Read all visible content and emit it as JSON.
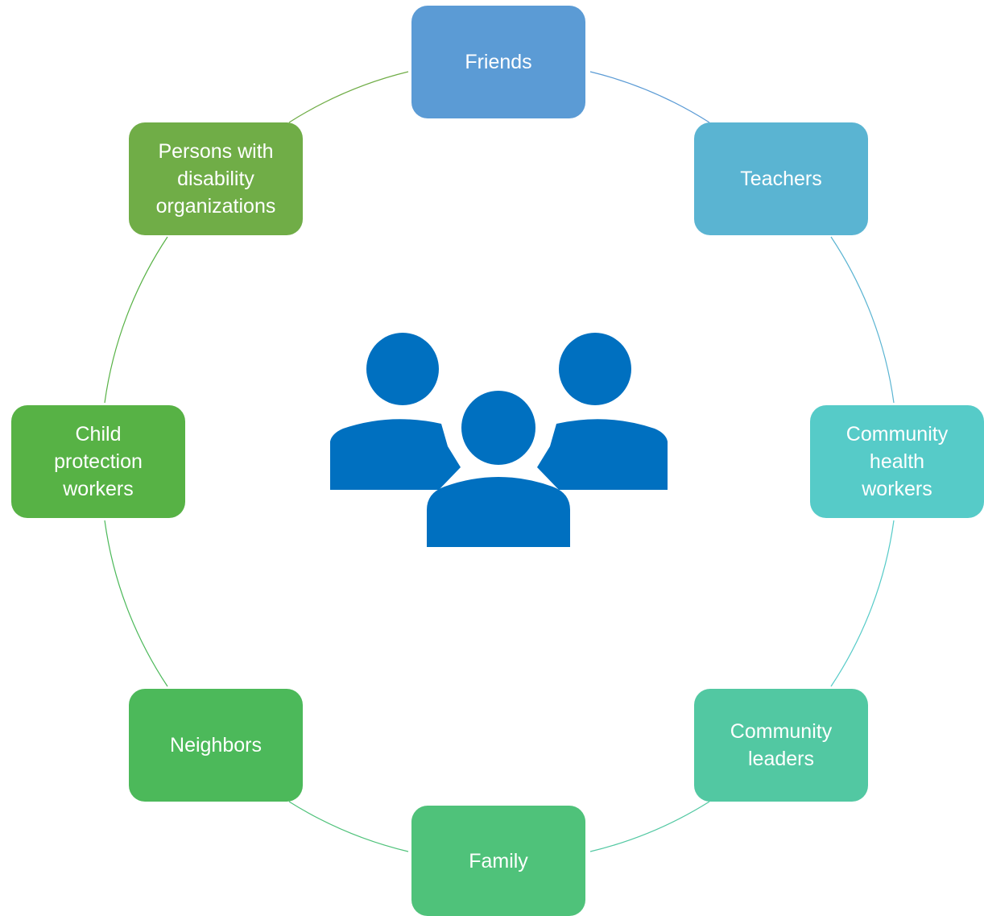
{
  "diagram": {
    "center_icon": "group-of-people-icon",
    "colors": {
      "icon": "#0070C0"
    },
    "nodes": [
      {
        "id": "friends",
        "label": "Friends",
        "color": "#5B9BD5"
      },
      {
        "id": "teachers",
        "label": "Teachers",
        "color": "#5AB4D2"
      },
      {
        "id": "chw",
        "label": "Community\nhealth\nworkers",
        "color": "#56CBC8"
      },
      {
        "id": "leaders",
        "label": "Community\nleaders",
        "color": "#52C8A2"
      },
      {
        "id": "family",
        "label": "Family",
        "color": "#4FC27A"
      },
      {
        "id": "neighbors",
        "label": "Neighbors",
        "color": "#4CB95A"
      },
      {
        "id": "child",
        "label": "Child\nprotection\nworkers",
        "color": "#57B245"
      },
      {
        "id": "pwd",
        "label": "Persons with\ndisability\norganizations",
        "color": "#70AD47"
      }
    ],
    "connector_colors": [
      "#5B9BD5",
      "#5AB4D2",
      "#56CBC8",
      "#52C8A2",
      "#4FC27A",
      "#4CB95A",
      "#57B245",
      "#70AD47"
    ]
  }
}
